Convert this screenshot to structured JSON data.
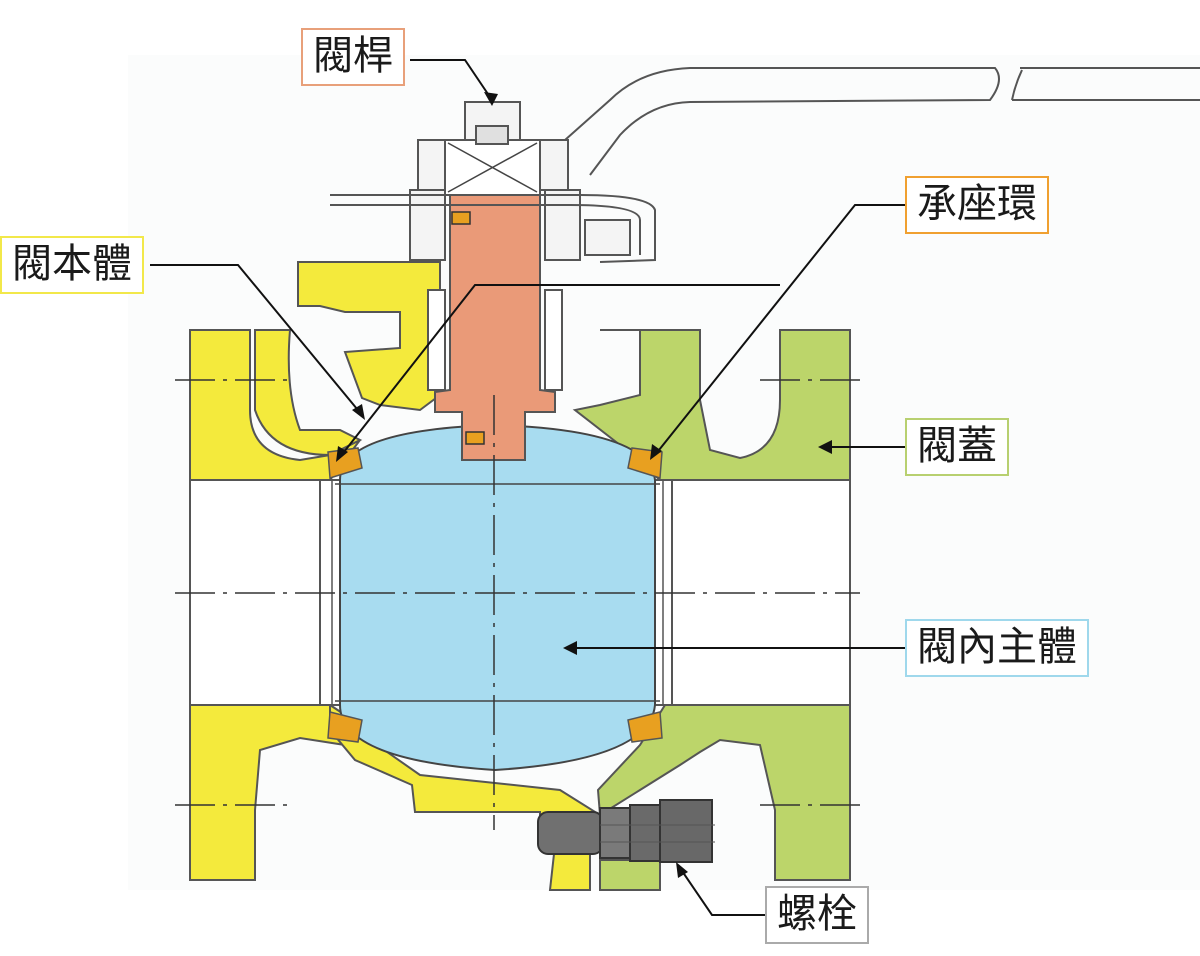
{
  "diagram": {
    "labels": {
      "stem": "閥桿",
      "seat_ring": "承座環",
      "body": "閥本體",
      "bonnet": "閥蓋",
      "ball": "閥內主體",
      "bolt": "螺栓"
    },
    "colors": {
      "stem_border": "#e8a07a",
      "seat_ring_border": "#f0a030",
      "body_border": "#f2e84a",
      "bonnet_border": "#b8d070",
      "ball_border": "#9fd8ec",
      "bolt_border": "#aaaaaa",
      "body_fill": "#f4ea3c",
      "bonnet_fill": "#bcd56a",
      "ball_fill": "#a8dcf0",
      "stem_fill": "#ea9a78",
      "seat_fill": "#e8a020",
      "bolt_fill": "#707070"
    }
  }
}
